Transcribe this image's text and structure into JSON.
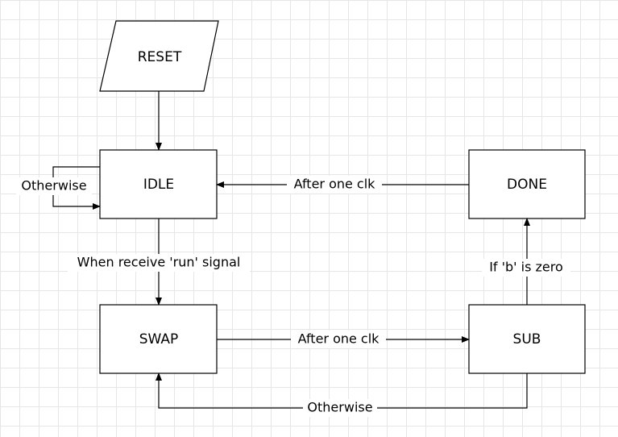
{
  "nodes": {
    "reset": "RESET",
    "idle": "IDLE",
    "done": "DONE",
    "swap": "SWAP",
    "sub": "SUB"
  },
  "edges": {
    "idle_self_loop": "Otherwise",
    "idle_to_swap": "When receive 'run' signal",
    "done_to_idle": "After one clk",
    "swap_to_sub": "After one clk",
    "sub_to_done": "If 'b' is zero",
    "sub_to_swap": "Otherwise"
  },
  "colors": {
    "stroke": "#000000",
    "fill": "#ffffff",
    "grid": "#e6e6e6"
  }
}
